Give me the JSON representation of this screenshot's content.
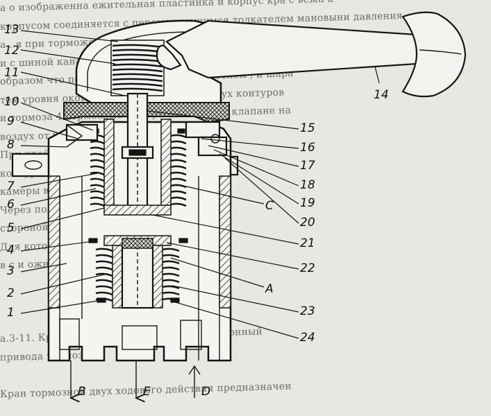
{
  "background_text": [
    "а    о изображенна ежительная пластинка и корпус кра с вежа к",
    "корпусом соединяется с перемещающимся толкателем мановыни давления",
    "а . я при торможении клапан выпускает воздух вертикально по",
    "и с шиной каналы пружины , толкатель в верхнем положении",
    "образом что полость , закрытая уплотнителем , и шара",
    "тем уровня оковые на выход из подачи двух контуров",
    "и тормоза 4 тормозные камеры , которые в клапане на",
    "воздух от уполнии по разъему",
    "      При крайнем положении рукоятки",
    "контура сжатый воздух",
    "камеры в полость",
    "       Через полость в   заданной",
    "стороной клапан его",
    "       Для которых нужна",
    "в с и   ожиданием и оттормаживании",
    "",
    "",
    "",
    "      а.3-11. Кран тормозной прицепа двухсекционный",
    "          привода тормозов",
    "",
    "      Кран тормозной двух ходового действия предназначен"
  ],
  "part_labels": {
    "n1": "1",
    "n2": "2",
    "n3": "3",
    "n4": "4",
    "n5": "5",
    "n6": "6",
    "n7": "7",
    "n8": "8",
    "n9": "9",
    "n10": "10",
    "n11": "11",
    "n12": "12",
    "n13": "13",
    "n14": "14",
    "n15": "15",
    "n16": "16",
    "n17": "17",
    "n18": "18",
    "n19": "19",
    "n20": "20",
    "n21": "21",
    "n22": "22",
    "n23": "23",
    "n24": "24"
  },
  "cavity_labels": {
    "A": "A",
    "C": "C"
  },
  "port_labels": {
    "B": "B",
    "E": "E",
    "D": "D"
  },
  "colors": {
    "ink": "#151515",
    "paper": "#e9e7e2",
    "hatch": "#2a2a2a"
  }
}
